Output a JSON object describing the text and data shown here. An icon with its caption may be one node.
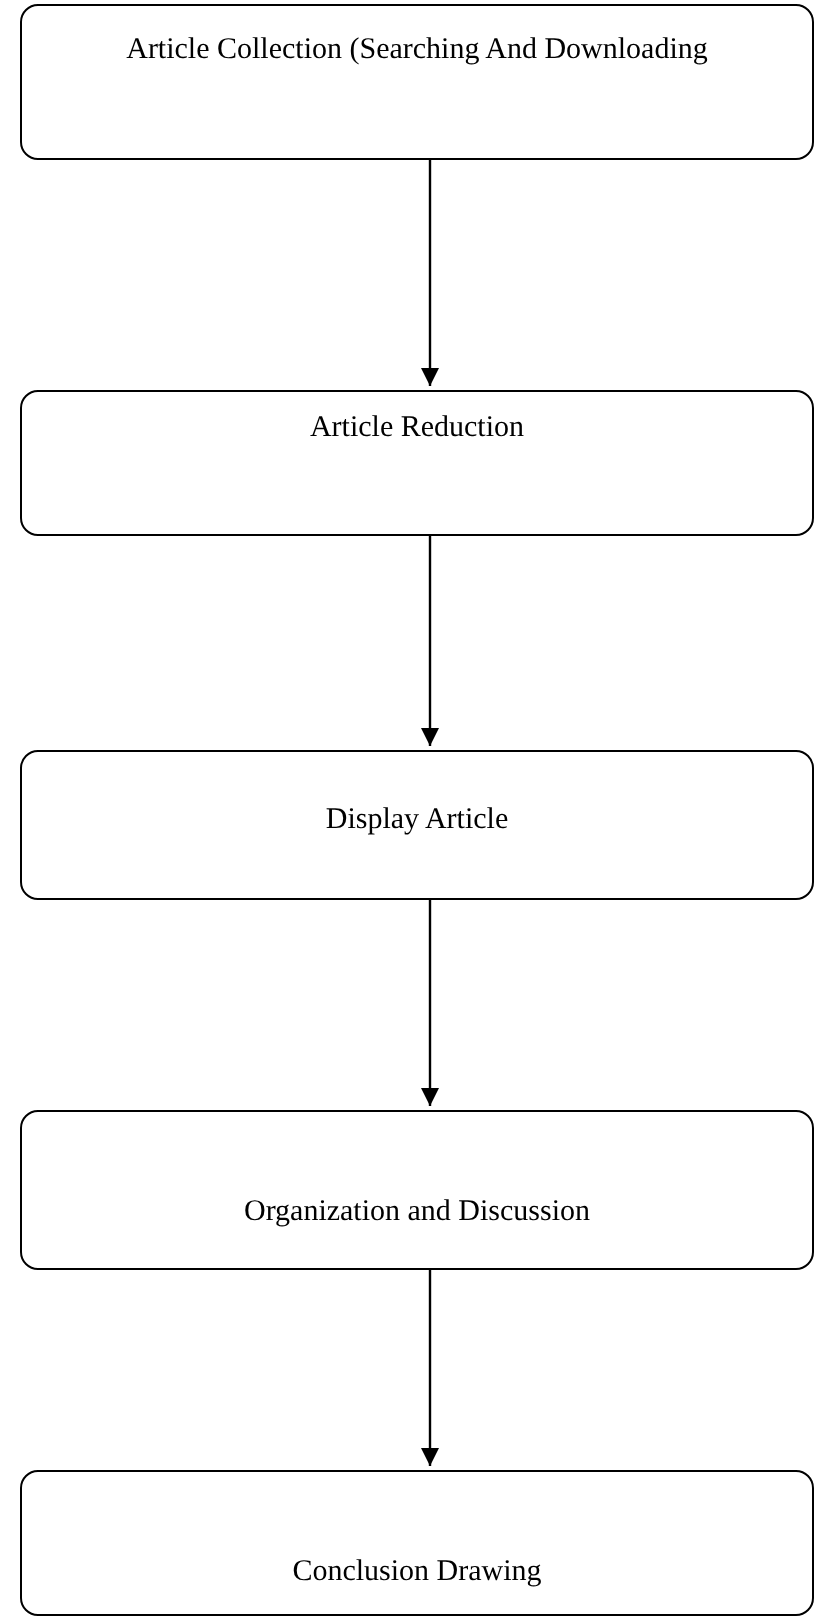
{
  "diagram": {
    "nodes": [
      {
        "text": [
          "Article Collection (Searching And Downloading"
        ]
      },
      {
        "text": [
          "Article Reduction"
        ]
      },
      {
        "text": [
          "Display Article"
        ]
      },
      {
        "text": [
          "Organization and Discussion"
        ]
      },
      {
        "text": [
          "Conclusion Drawing"
        ]
      }
    ],
    "edges": [
      {
        "from": 0,
        "to": 1,
        "arrow": "to"
      },
      {
        "from": 1,
        "to": 2,
        "arrow": "to"
      },
      {
        "from": 2,
        "to": 3,
        "arrow": "to"
      },
      {
        "from": 3,
        "to": 4,
        "arrow": "to"
      }
    ]
  }
}
